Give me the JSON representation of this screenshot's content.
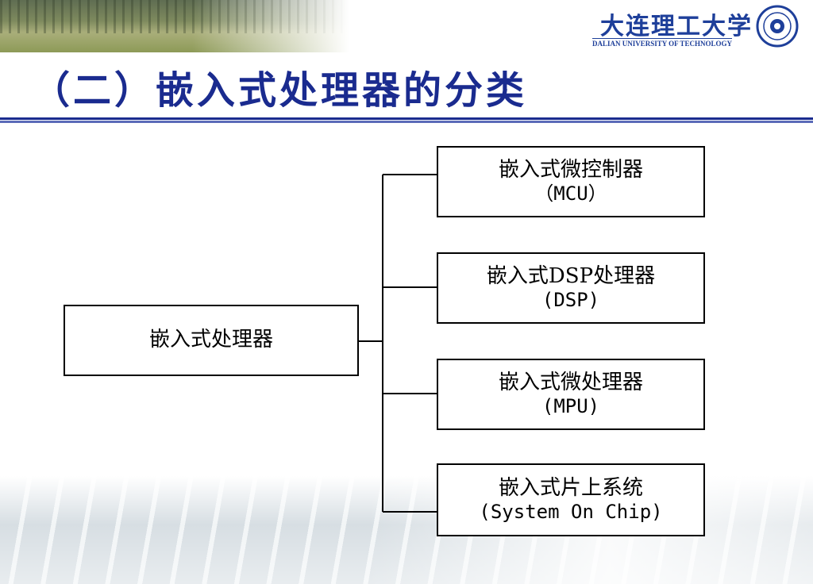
{
  "header": {
    "title": "（二）嵌入式处理器的分类",
    "logo_name": "大连理工大学",
    "logo_subtitle": "DALIAN UNIVERSITY OF TECHNOLOGY"
  },
  "diagram": {
    "root": {
      "label": "嵌入式处理器"
    },
    "children": [
      {
        "label": "嵌入式微控制器",
        "sub": "（MCU）"
      },
      {
        "label": "嵌入式DSP处理器",
        "sub": "(DSP)"
      },
      {
        "label": "嵌入式微处理器",
        "sub": "(MPU)"
      },
      {
        "label": "嵌入式片上系统",
        "sub": "(System On Chip)"
      }
    ]
  }
}
